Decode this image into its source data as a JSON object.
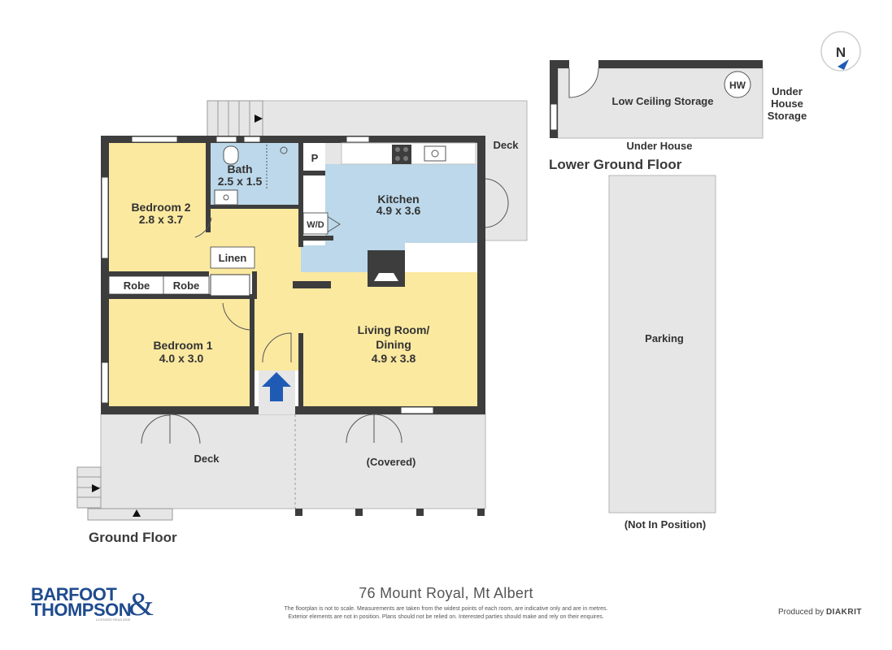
{
  "rooms": {
    "bedroom2": {
      "name": "Bedroom 2",
      "size": "2.8 x 3.7"
    },
    "bath": {
      "name": "Bath",
      "size": "2.5 x 1.5"
    },
    "kitchen": {
      "name": "Kitchen",
      "size": "4.9 x 3.6"
    },
    "bedroom1": {
      "name": "Bedroom 1",
      "size": "4.0 x 3.0"
    },
    "living": {
      "name_line1": "Living Room/",
      "name_line2": "Dining",
      "size": "4.9 x 3.8"
    }
  },
  "labels": {
    "pantry": "P",
    "laundry": "W/D",
    "linen": "Linen",
    "robe1": "Robe",
    "robe2": "Robe",
    "deck_top": "Deck",
    "deck_bottom": "Deck",
    "covered": "(Covered)",
    "ground_floor": "Ground Floor",
    "low_ceiling": "Low Ceiling Storage",
    "hot_water": "HW",
    "under_house_storage_1": "Under",
    "under_house_storage_2": "House",
    "under_house_storage_3": "Storage",
    "under_house": "Under House",
    "lower_ground_floor": "Lower Ground Floor",
    "parking": "Parking",
    "not_in_position": "(Not In Position)",
    "north": "N"
  },
  "footer": {
    "address": "76 Mount Royal, Mt Albert",
    "disclaimer_line1": "The floorplan is not to scale. Measurements are taken from the widest points of each room, are indicative only and are in metres.",
    "disclaimer_line2": "Exterior elements are not in position. Plans should not be relied on. Interested parties should make and rely on their enquires.",
    "logo_line1": "BARFOOT",
    "logo_line2": "THOMPSON",
    "logo_amp": "&",
    "logo_tag": "LICENSED REAA 2008",
    "produced_by": "Produced by",
    "producer": "DIAKRIT"
  },
  "colors": {
    "wall": "#3d3d3d",
    "bedroom_fill": "#fbe9a0",
    "wet_fill": "#bcd8ea",
    "deck_fill": "#e6e6e6",
    "entry_arrow": "#1f5bb5"
  }
}
